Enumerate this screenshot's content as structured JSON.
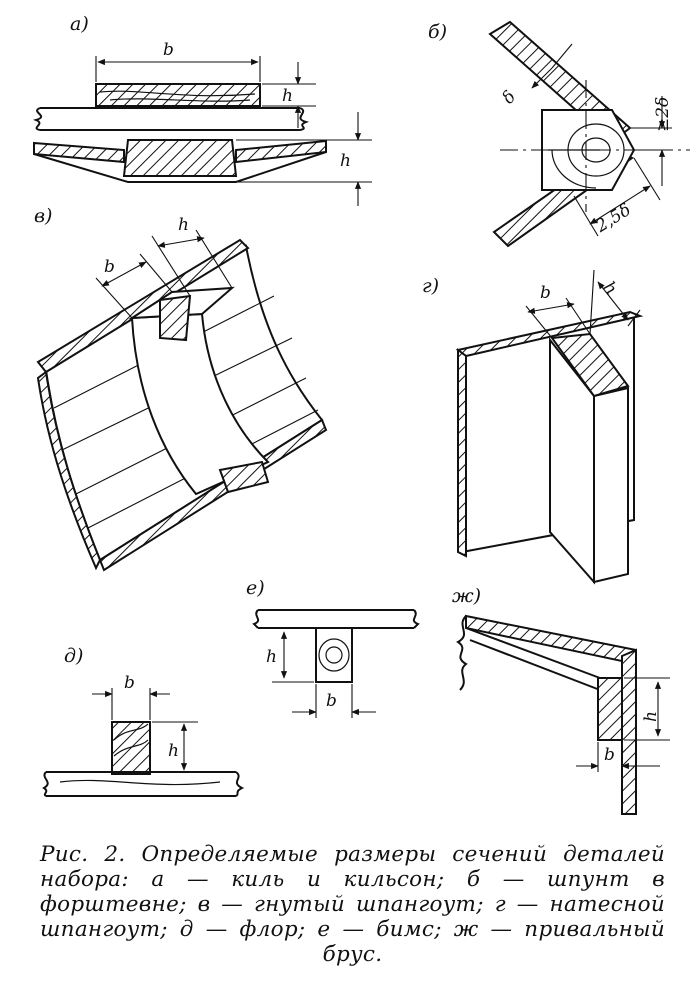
{
  "panels": {
    "a": {
      "label": "а)",
      "dims": {
        "width": "b",
        "height": "h",
        "height2": "h"
      }
    },
    "b": {
      "label": "б)",
      "dims": {
        "thickness": "δ",
        "ge": "≥2δ",
        "depth": "2,5δ"
      }
    },
    "v": {
      "label": "в)",
      "dims": {
        "width": "b",
        "height": "h"
      }
    },
    "g": {
      "label": "г)",
      "dims": {
        "width": "b",
        "height": "h"
      }
    },
    "d": {
      "label": "д)",
      "dims": {
        "width": "b",
        "height": "h"
      }
    },
    "e": {
      "label": "е)",
      "dims": {
        "width": "b",
        "height": "h"
      }
    },
    "zh": {
      "label": "ж)",
      "dims": {
        "width": "b",
        "height": "h"
      }
    }
  },
  "caption": "Рис. 2. Определяемые размеры сечений деталей набора: а — киль и кильсон; б — шпунт в форштевне; в — гнутый шпангоут; г — натесной шпангоут; д — флор; е — бимс; ж — привальный брус."
}
